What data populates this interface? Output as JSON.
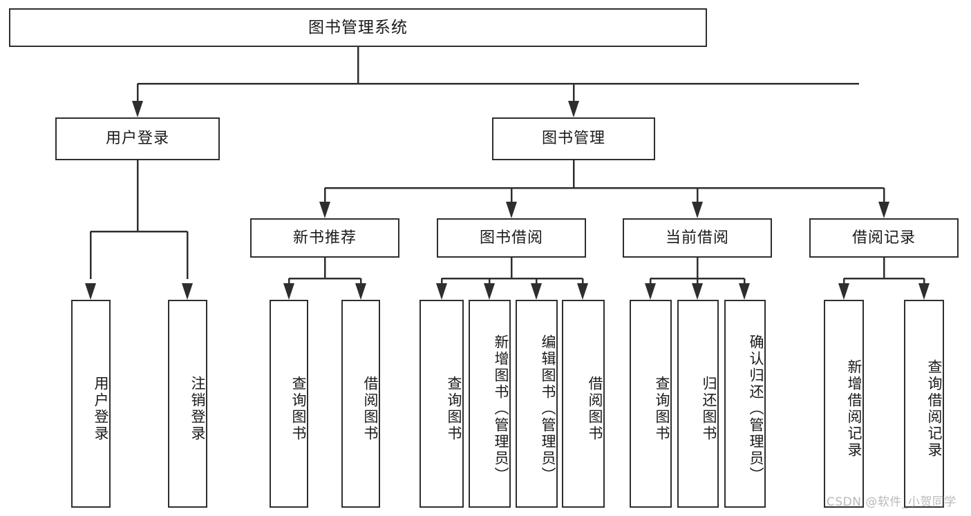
{
  "diagram": {
    "title": "图书管理系统",
    "type": "function-structure-tree",
    "levels": 4,
    "nodes": {
      "root": {
        "label": "图书管理系统"
      },
      "level2": [
        {
          "id": "user-login",
          "label": "用户登录"
        },
        {
          "id": "book-manage",
          "label": "图书管理"
        }
      ],
      "level3": [
        {
          "id": "new-book-recommend",
          "label": "新书推荐"
        },
        {
          "id": "book-borrow",
          "label": "图书借阅"
        },
        {
          "id": "current-borrow",
          "label": "当前借阅"
        },
        {
          "id": "borrow-record",
          "label": "借阅记录"
        }
      ],
      "leaves": {
        "user-login": [
          {
            "id": "leaf-user-login",
            "label": "用户登录"
          },
          {
            "id": "leaf-logout-login",
            "label": "注销登录"
          }
        ],
        "new-book-recommend": [
          {
            "id": "leaf-query-book-1",
            "label": "查询图书"
          },
          {
            "id": "leaf-borrow-book-1",
            "label": "借阅图书"
          }
        ],
        "book-borrow": [
          {
            "id": "leaf-query-book-2",
            "label": "查询图书"
          },
          {
            "id": "leaf-add-book-admin",
            "label": "新增图书（管理员）"
          },
          {
            "id": "leaf-edit-book-admin",
            "label": "编辑图书（管理员）"
          },
          {
            "id": "leaf-borrow-book-2",
            "label": "借阅图书"
          }
        ],
        "current-borrow": [
          {
            "id": "leaf-query-book-3",
            "label": "查询图书"
          },
          {
            "id": "leaf-return-book",
            "label": "归还图书"
          },
          {
            "id": "leaf-confirm-return-admin",
            "label": "确认归还（管理员）"
          }
        ],
        "borrow-record": [
          {
            "id": "leaf-add-borrow-record",
            "label": "新增借阅记录"
          },
          {
            "id": "leaf-query-borrow-record",
            "label": "查询借阅记录"
          }
        ]
      }
    },
    "colors": {
      "stroke": "#2e2e2e",
      "fill": "#ffffff",
      "text": "#1a1a1a",
      "watermark": "#b9b9b9"
    }
  },
  "watermark": {
    "text": "CSDN @软件_小贺同学"
  }
}
